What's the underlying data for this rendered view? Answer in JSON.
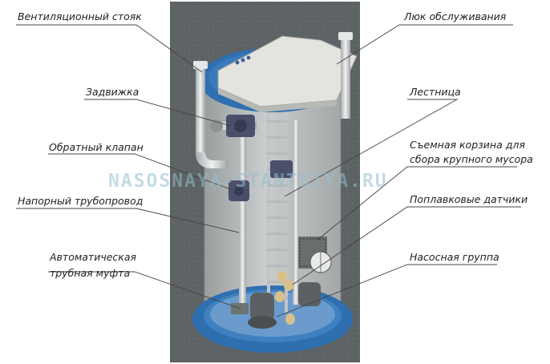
{
  "labels": {
    "vent_riser": "Вентиляционный стояк",
    "service_hatch": "Люк обслуживания",
    "gate_valve": "Задвижка",
    "ladder": "Лестница",
    "check_valve": "Обратный клапан",
    "basket_line1": "Съемная корзина для",
    "basket_line2": "сбора крупного мусора",
    "pressure_pipe": "Напорный трубопровод",
    "float_sensors": "Поплавковые датчики",
    "coupling_line1": "Автоматическая",
    "coupling_line2": "трубная муфта",
    "pump_group": "Насосная группа"
  },
  "watermark": "NASOSNAYA-STANTSIYA.RU",
  "colors": {
    "background_tile": "#5f6466",
    "tank_wall": "#c7cbca",
    "blue_rim": "#2e6fb0",
    "hatch": "#e4e4df",
    "pipe": "#cfd2d3",
    "float": "#d9c089"
  }
}
